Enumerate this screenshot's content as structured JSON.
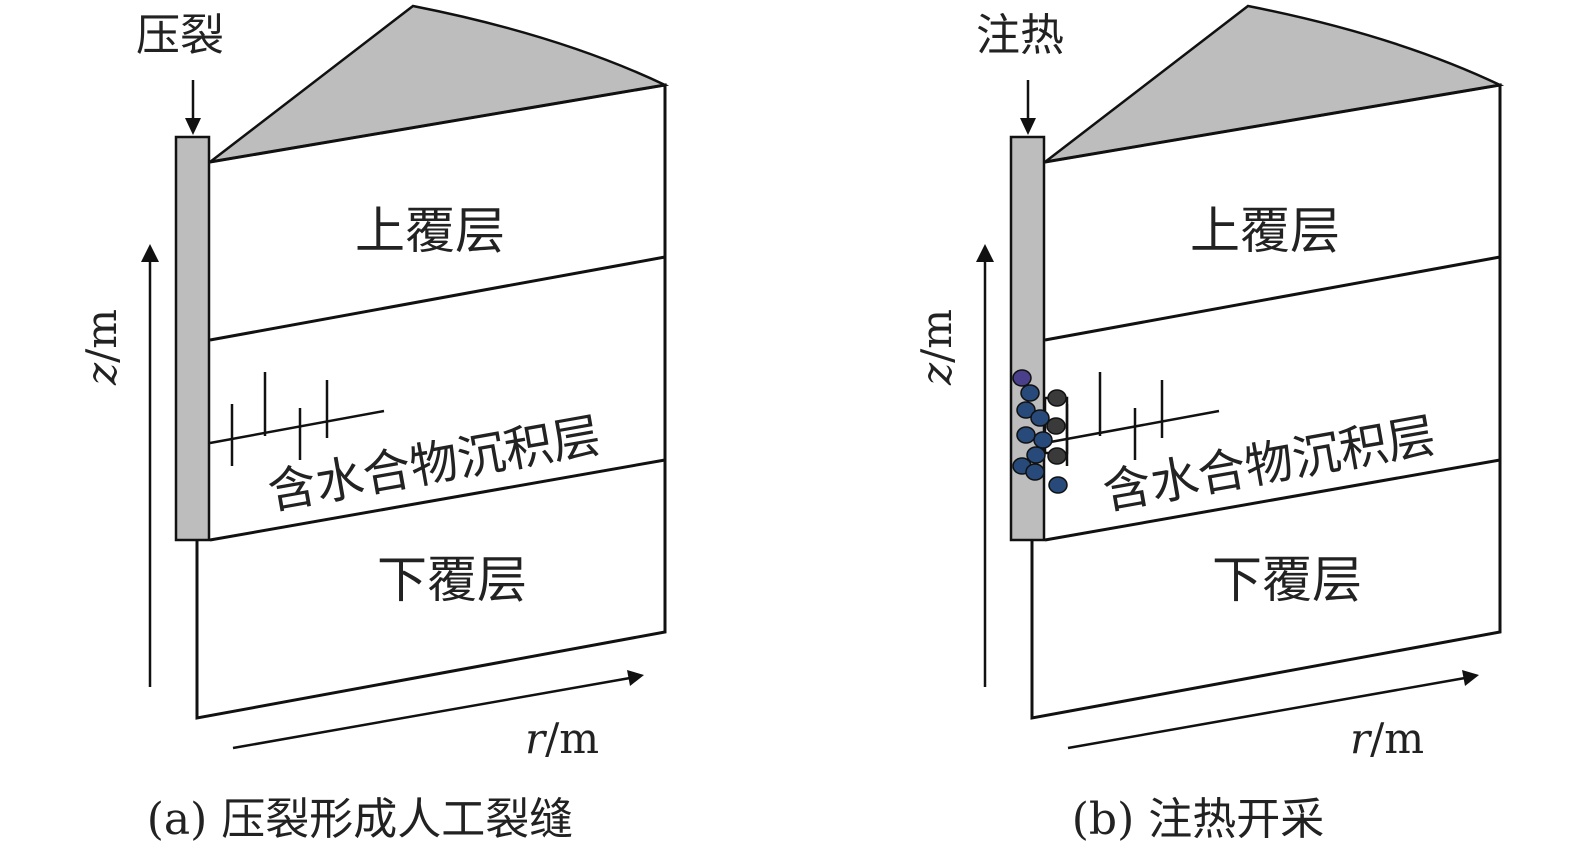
{
  "panels": [
    {
      "top_label": "压裂",
      "layers": {
        "upper": "上覆层",
        "hydrate": "含水合物沉积层",
        "lower": "下覆层"
      },
      "axis_z": "z",
      "axis_z_unit": "/m",
      "axis_r": "r",
      "axis_r_unit": "/m",
      "caption": "(a) 压裂形成人工裂缝"
    },
    {
      "top_label": "注热",
      "layers": {
        "upper": "上覆层",
        "hydrate": "含水合物沉积层",
        "lower": "下覆层"
      },
      "axis_z": "z",
      "axis_z_unit": "/m",
      "axis_r": "r",
      "axis_r_unit": "/m",
      "caption": "(b) 注热开采"
    }
  ],
  "colors": {
    "cap_fill": "#bdbdbd",
    "well_fill": "#bdbdbd",
    "bubble_fill": "#274a7a",
    "line": "#111111"
  }
}
